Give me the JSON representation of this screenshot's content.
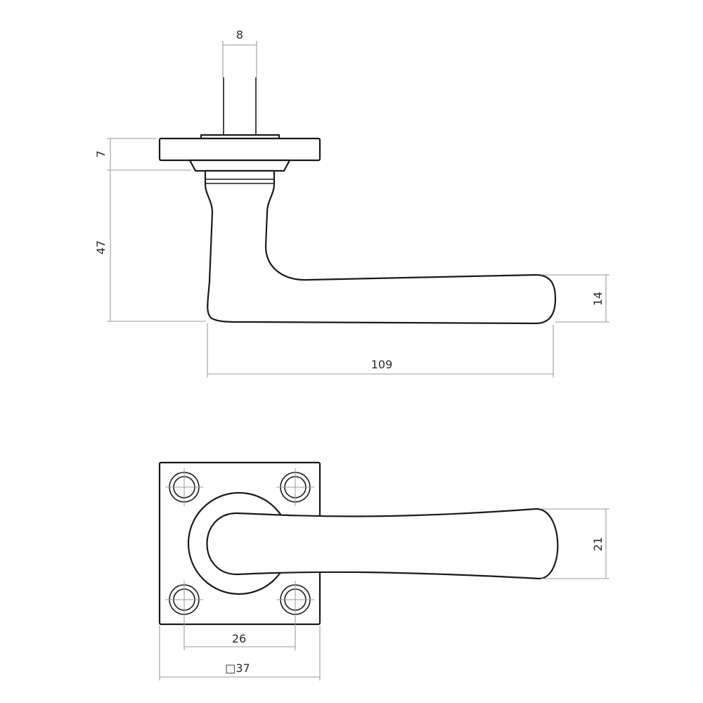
{
  "drawing": {
    "side_view": {
      "dimensions": {
        "spindle": "8",
        "rose_thickness": "7",
        "height": "47",
        "grip_height": "14",
        "length": "109"
      }
    },
    "top_view": {
      "dimensions": {
        "grip_width": "21",
        "hole_spacing": "26",
        "plate_size": "□37"
      }
    }
  }
}
